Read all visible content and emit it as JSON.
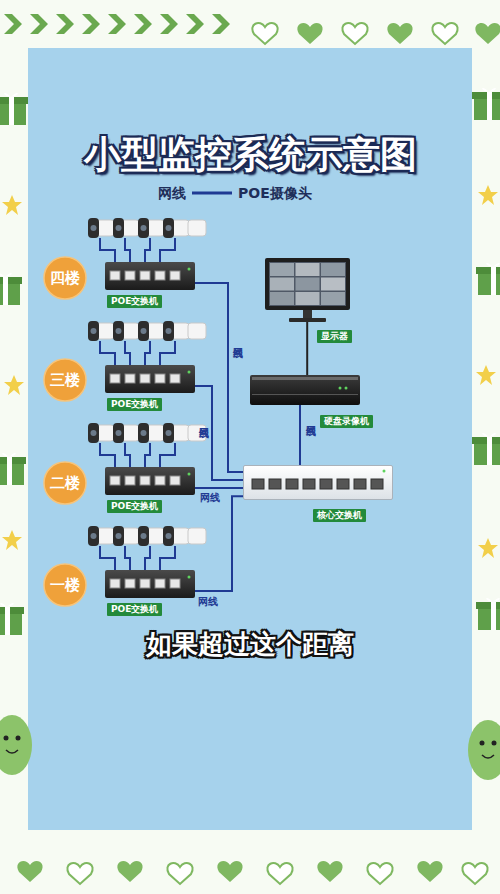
{
  "diagram": {
    "title": "小型监控系统示意图",
    "caption": "如果超过这个距离",
    "nodes": [
      {
        "text": [
          "四楼"
        ]
      },
      {
        "text": [
          "POE交换机"
        ]
      },
      {
        "text": [
          "显示器"
        ]
      },
      {
        "text": [
          "三楼"
        ]
      },
      {
        "text": [
          "POE交换机"
        ]
      },
      {
        "text": [
          "硬盘录像机"
        ]
      },
      {
        "text": [
          "二楼"
        ]
      },
      {
        "text": [
          "POE交换机"
        ]
      },
      {
        "text": [
          "核心交换机"
        ]
      },
      {
        "text": [
          "一楼"
        ]
      },
      {
        "text": [
          "POE交换机"
        ]
      }
    ],
    "edges": [
      {
        "from": 1,
        "to": 8,
        "arrow": "none",
        "label": "网线"
      },
      {
        "from": 4,
        "to": 8,
        "arrow": "none",
        "label": "网线"
      },
      {
        "from": 7,
        "to": 8,
        "arrow": "none",
        "label": "网线"
      },
      {
        "from": 10,
        "to": 8,
        "arrow": "none",
        "label": "网线"
      },
      {
        "from": 8,
        "to": 5,
        "arrow": "none",
        "label": "网线"
      },
      {
        "from": 5,
        "to": 2,
        "arrow": "none"
      }
    ],
    "labels": [
      "POE摄像头"
    ],
    "legend": [
      {
        "text": "网线"
      }
    ]
  }
}
